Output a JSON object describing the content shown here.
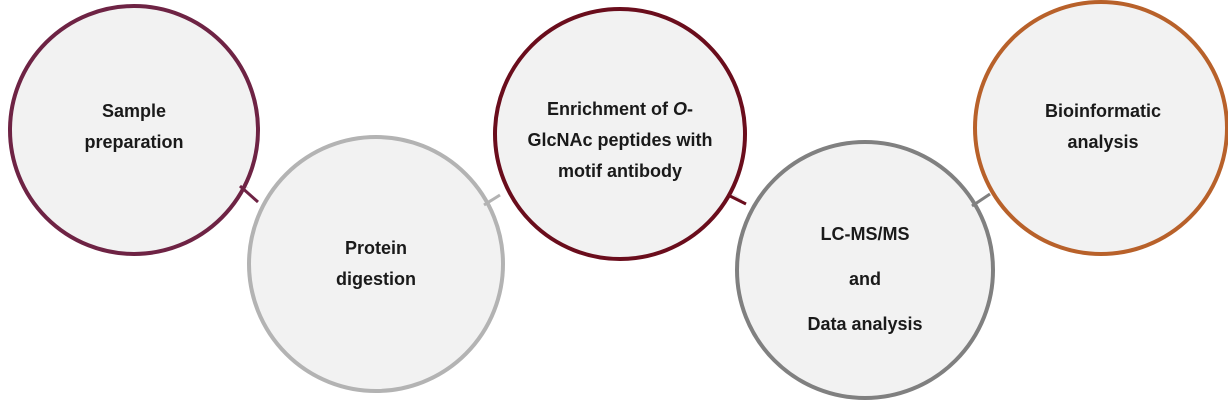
{
  "steps": [
    {
      "id": "sample",
      "lines": [
        "Sample",
        "preparation"
      ],
      "color": "#6e2344"
    },
    {
      "id": "digestion",
      "lines": [
        "Protein",
        "digestion"
      ],
      "color": "#b3b3b3"
    },
    {
      "id": "enrichment",
      "lines": [
        "Enrichment of O-",
        "GlcNAc peptides with",
        "motif antibody"
      ],
      "italic_prefix": "O",
      "color": "#6a0d1c"
    },
    {
      "id": "lcms",
      "lines": [
        "LC-MS/MS",
        "and",
        "Data analysis"
      ],
      "color": "#808080"
    },
    {
      "id": "bioinfo",
      "lines": [
        "Bioinformatic",
        "analysis"
      ],
      "color": "#b8612a"
    }
  ],
  "circle_fill": "#f2f2f2"
}
